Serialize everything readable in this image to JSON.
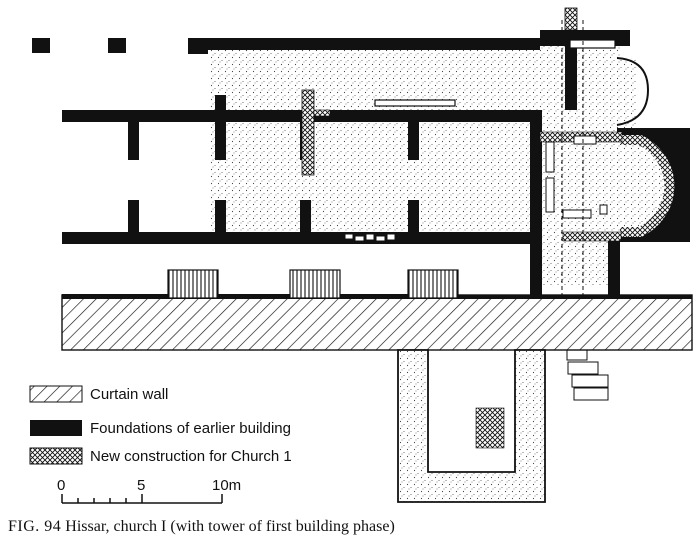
{
  "legend": {
    "curtain_wall": "Curtain wall",
    "foundations": "Foundations of earlier building",
    "new_construction": "New construction for Church 1"
  },
  "scale": {
    "label_0": "0",
    "label_5": "5",
    "label_10": "10m"
  },
  "caption": {
    "figure": "FIG. 94",
    "text": "Hissar, church I (with tower of first building phase)"
  }
}
